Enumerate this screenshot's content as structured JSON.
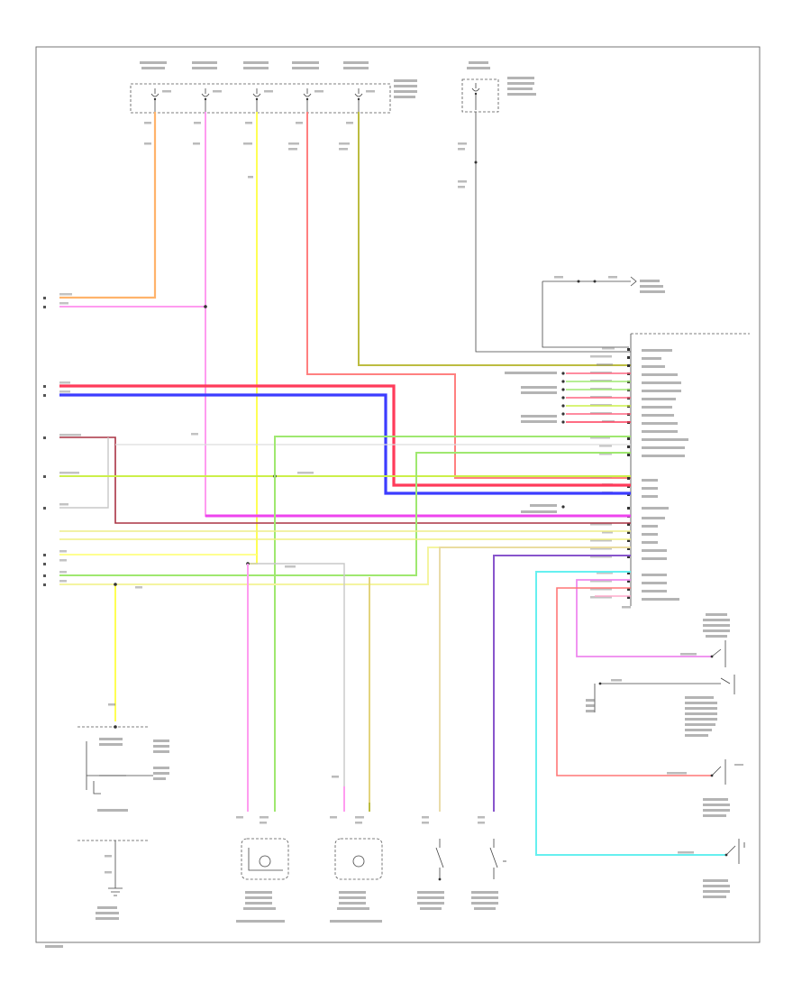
{
  "diagram": {
    "wires": [
      {
        "id": "w-orange-1",
        "color": "#ffb36b",
        "width": 2.2
      },
      {
        "id": "w-pink-1",
        "color": "#ff9cf0",
        "width": 2.0
      },
      {
        "id": "w-yellow-1",
        "color": "#ffff55",
        "width": 2.0
      },
      {
        "id": "w-red-1",
        "color": "#ff8080",
        "width": 2.0
      },
      {
        "id": "w-olive-1",
        "color": "#bcbc40",
        "width": 2.0
      },
      {
        "id": "w-red-bus",
        "color": "#ff3b5a",
        "width": 3.2
      },
      {
        "id": "w-blue-bus",
        "color": "#3c3cff",
        "width": 3.2
      },
      {
        "id": "w-magenta",
        "color": "#ee44ee",
        "width": 3.0
      },
      {
        "id": "w-darkred",
        "color": "#aa3344",
        "width": 1.6
      },
      {
        "id": "w-green",
        "color": "#9fe870",
        "width": 2.0
      },
      {
        "id": "w-lime",
        "color": "#ccf04a",
        "width": 2.0
      },
      {
        "id": "w-grey",
        "color": "#c8c8c8",
        "width": 1.4
      },
      {
        "id": "w-cyan",
        "color": "#66f0f0",
        "width": 2.0
      },
      {
        "id": "w-purple",
        "color": "#8855cc",
        "width": 2.0
      },
      {
        "id": "w-tan",
        "color": "#e8d8a0",
        "width": 2.0
      }
    ]
  }
}
